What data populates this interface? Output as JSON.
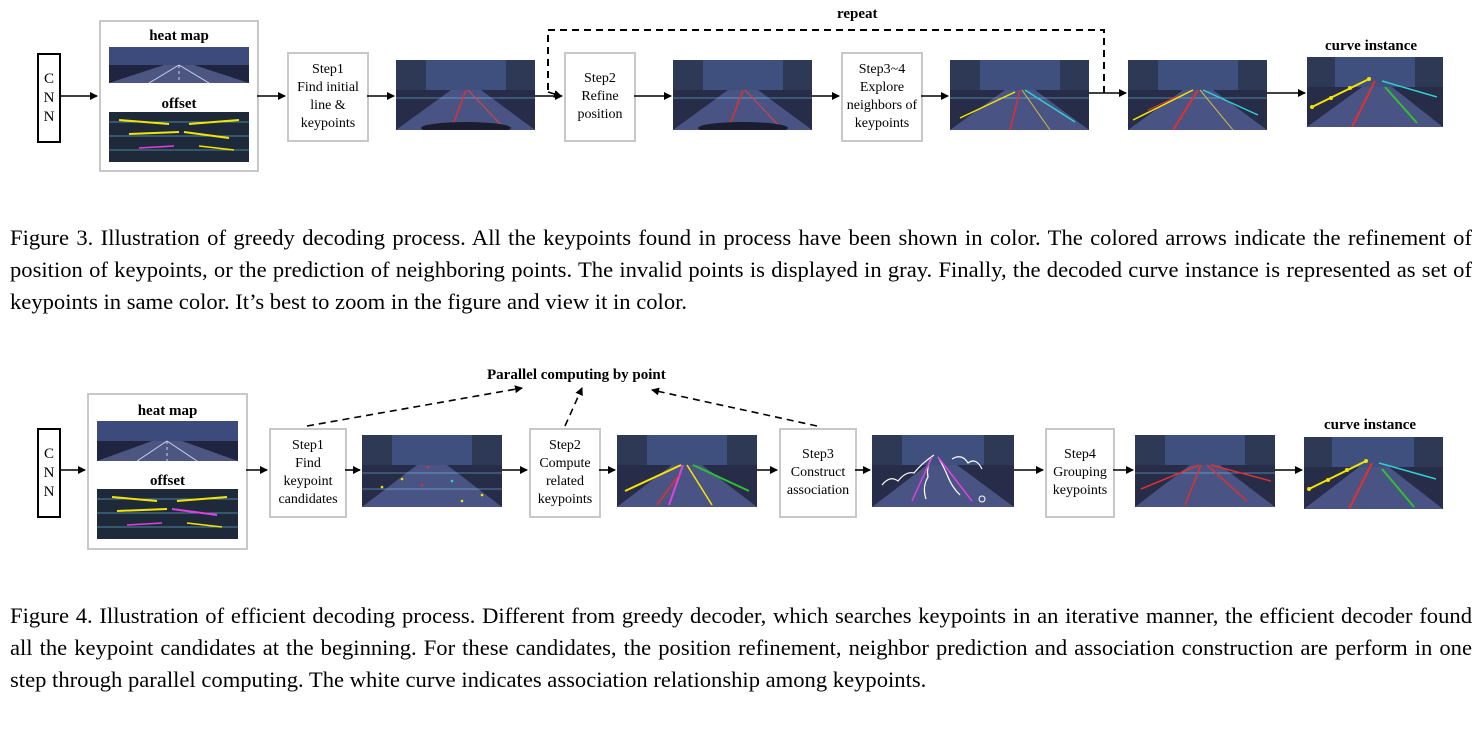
{
  "figure3": {
    "cnn_letters": [
      "C",
      "N",
      "N"
    ],
    "heat_map_label": "heat map",
    "offset_label": "offset",
    "step1_lines": [
      "Step1",
      "Find initial",
      "line &",
      "keypoints"
    ],
    "step2_lines": [
      "Step2",
      "Refine",
      "position"
    ],
    "step34_lines": [
      "Step3~4",
      "Explore",
      "neighbors of",
      "keypoints"
    ],
    "repeat_label": "repeat",
    "curve_instance_label": "curve instance",
    "caption": "Figure 3. Illustration of greedy decoding process. All the keypoints found in process have been shown in color. The colored arrows indicate the refinement of position of keypoints, or the prediction of neighboring points. The invalid points is displayed in gray. Finally, the decoded curve instance is represented as set of keypoints in same color. It’s best to zoom in the figure and view it in color."
  },
  "figure4": {
    "cnn_letters": [
      "C",
      "N",
      "N"
    ],
    "heat_map_label": "heat map",
    "offset_label": "offset",
    "parallel_label": "Parallel computing by point",
    "step1_lines": [
      "Step1",
      "Find",
      "keypoint",
      "candidates"
    ],
    "step2_lines": [
      "Step2",
      "Compute",
      "related",
      "keypoints"
    ],
    "step3_lines": [
      "Step3",
      "Construct",
      "association"
    ],
    "step4_lines": [
      "Step4",
      "Grouping",
      "keypoints"
    ],
    "curve_instance_label": "curve instance",
    "caption": "Figure 4. Illustration of efficient decoding process. Different from greedy decoder, which searches keypoints in an iterative manner, the efficient decoder found all the keypoint candidates at the beginning. For these candidates, the position refinement, neighbor prediction and association construction are perform in one step through parallel computing. The white curve indicates association relationship among keypoints."
  },
  "colors": {
    "panel_border": "#c8c8c8",
    "lane_yellow": "#f5e400",
    "lane_red": "#e03030",
    "lane_cyan": "#30d0d0",
    "lane_green": "#30c030",
    "lane_magenta": "#e040e0",
    "sky": "#4a5a8a",
    "road": "#2a2f4a"
  }
}
